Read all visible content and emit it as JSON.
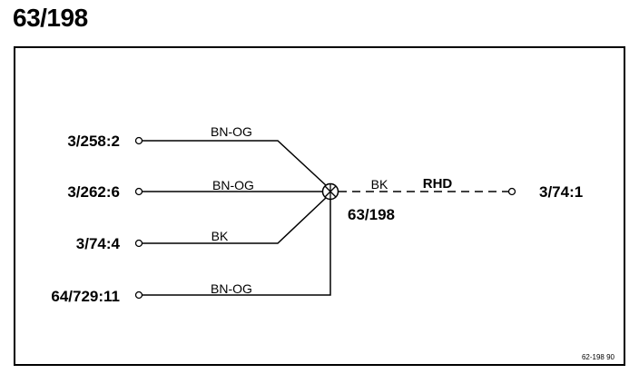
{
  "title": "63/198",
  "diagram": {
    "connectors_left": [
      {
        "id": "3/258:2",
        "wire": "BN-OG"
      },
      {
        "id": "3/262:6",
        "wire": "BN-OG"
      },
      {
        "id": "3/74:4",
        "wire": "BK"
      },
      {
        "id": "64/729:11",
        "wire": "BN-OG"
      }
    ],
    "splice": {
      "label": "63/198"
    },
    "output": {
      "wire": "BK",
      "note": "RHD",
      "connector": "3/74:1"
    },
    "figure_ref": "62-198 90"
  }
}
